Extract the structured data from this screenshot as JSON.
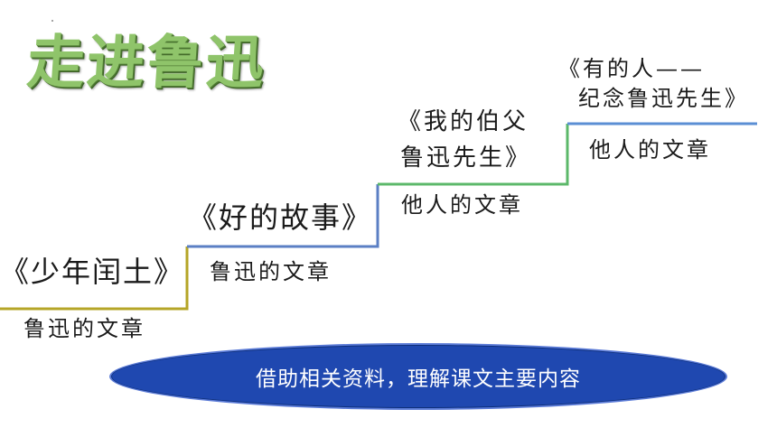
{
  "title": "走进鲁迅",
  "colors": {
    "step1": "#b5a527",
    "step2": "#5b7fc4",
    "step3": "#5cb86a",
    "step4": "#5b8fd4",
    "banner": "#1f48b0",
    "title_green": "#8fc46a"
  },
  "steps": [
    {
      "work": "《少年闰土》",
      "source": "鲁迅的文章"
    },
    {
      "work": "《好的故事》",
      "source": "鲁迅的文章"
    },
    {
      "work_line1": "《我的伯父",
      "work_line2": "鲁迅先生》",
      "source": "他人的文章"
    },
    {
      "work_line1": "《有的人——",
      "work_line2": "纪念鲁迅先生》",
      "source": "他人的文章"
    }
  ],
  "banner": {
    "text": "借助相关资料，理解课文主要内容"
  }
}
